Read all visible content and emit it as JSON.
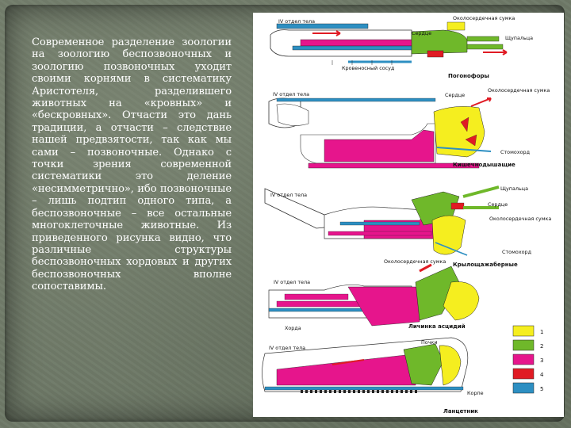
{
  "text": {
    "paragraph": "Современное разделение зоологии на зоологию беспозвоночных и зоологию позвоночных уходит своими корнями в систематику Аристотеля, разделившего животных на «кровных» и «бескровных». Отчасти это дань традиции, а отчасти – следствие нашей предвзятости, так как мы сами – позвоночные. Однако с точки зрения современной систематики это деление «несимметрично», ибо позвоночные – лишь подтип одного типа, а беспозвоночные – все остальные многоклеточные животные. Из приведенного рисунка видно, что различные структуры беспозвоночных хордовых и других беспозвоночных вполне сопоставимы."
  },
  "figure": {
    "animals": [
      {
        "title": "Погонофоры",
        "labels": [
          "IV отдел тела",
          "Сердце",
          "Околосердечная сумка",
          "Щупальца",
          "Кровеносный сосуд"
        ]
      },
      {
        "title": "Кишечнодышащие",
        "labels": [
          "IV отдел тела",
          "Сердце",
          "Околосердечная сумка",
          "Стомохорд"
        ]
      },
      {
        "title": "Крылощажаберные",
        "labels": [
          "IV отдел тела",
          "Щупальца",
          "Сердце",
          "Околосердечная сумка",
          "Стомохорд"
        ]
      },
      {
        "title": "Личинка асцидий",
        "labels": [
          "Околосердечная сумка",
          "IV отдел тела",
          "Хорда"
        ]
      },
      {
        "title": "Ланцетник",
        "labels": [
          "IV отдел тела",
          "Почки",
          "Корпе"
        ]
      }
    ],
    "legend": [
      {
        "num": "1",
        "color": "#f5ee1f"
      },
      {
        "num": "2",
        "color": "#6fb82a"
      },
      {
        "num": "3",
        "color": "#e6158c"
      },
      {
        "num": "4",
        "color": "#e01b24"
      },
      {
        "num": "5",
        "color": "#2d8fc2"
      }
    ]
  }
}
